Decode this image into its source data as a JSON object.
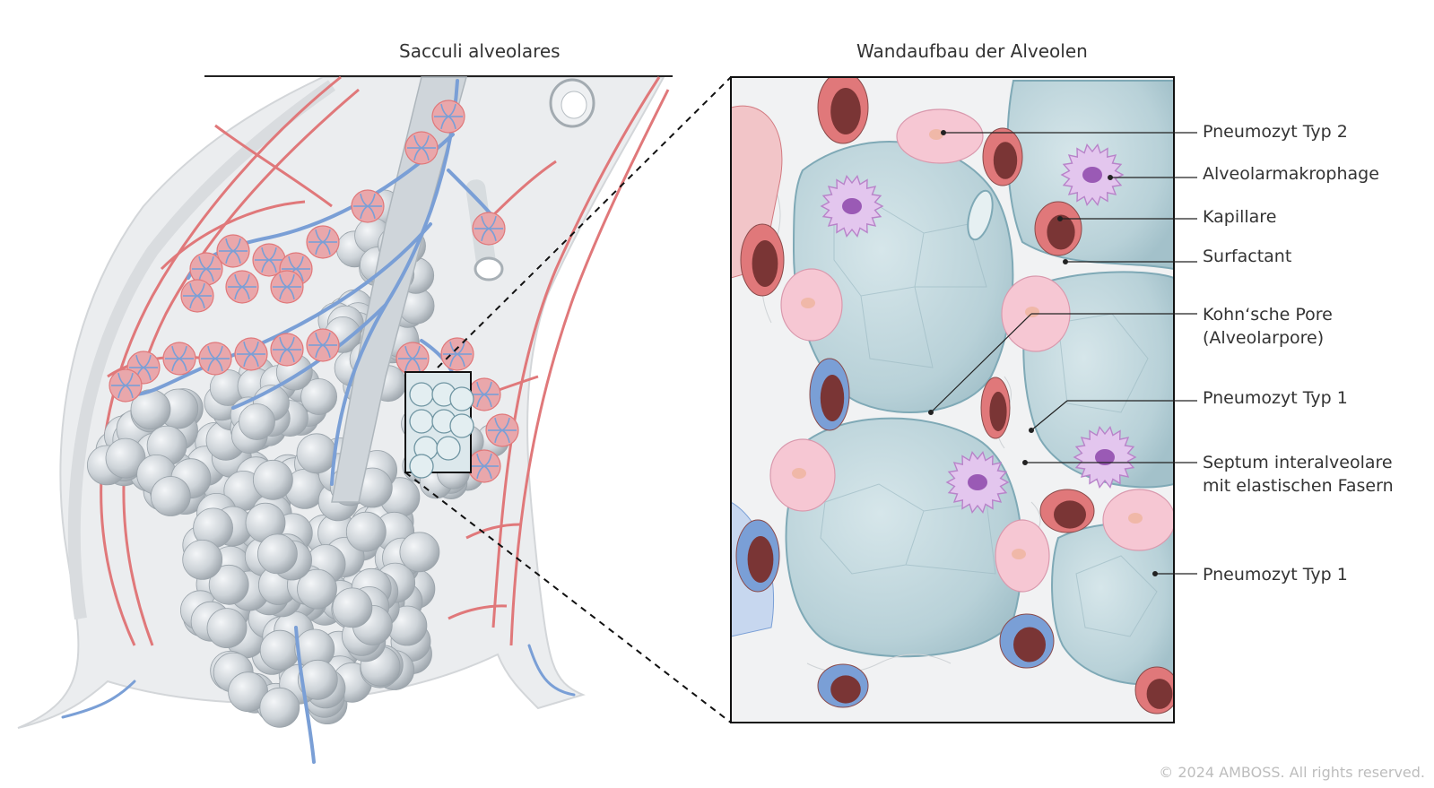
{
  "titles": {
    "left": "Sacculi alveolares",
    "right": "Wandaufbau der Alveolen"
  },
  "labels": [
    {
      "id": "pneumozyt-typ-2",
      "text": "Pneumozyt Typ 2"
    },
    {
      "id": "alveolarmakrophage",
      "text": "Alveolarmakrophage"
    },
    {
      "id": "kapillare",
      "text": "Kapillare"
    },
    {
      "id": "surfactant",
      "text": "Surfactant"
    },
    {
      "id": "kohnsche-pore",
      "text": "Kohn‘sche Pore",
      "text2": "(Alveolarpore)"
    },
    {
      "id": "pneumozyt-typ-1-a",
      "text": "Pneumozyt Typ 1"
    },
    {
      "id": "septum-interalveolare",
      "text": "Septum interalveolare",
      "text2": "mit elastischen Fasern"
    },
    {
      "id": "pneumozyt-typ-1-b",
      "text": "Pneumozyt Typ 1"
    }
  ],
  "copyright": "© 2024 AMBOSS. All rights reserved.",
  "colors": {
    "artery": "#e0787a",
    "vein": "#7a9fd6",
    "alveolus": "#c9d0d6",
    "alveolus-inner": "#b9d2d9",
    "pneumocyte-2": "#f6c7d3",
    "macrophage": "#b883c9",
    "capillary": "#c9434f",
    "blood": "#7a3535"
  }
}
